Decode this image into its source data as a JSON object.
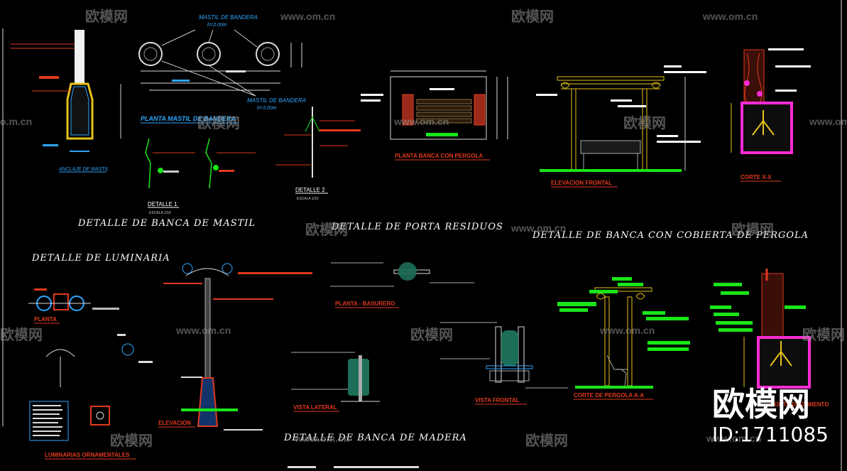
{
  "titles": {
    "mastil": "DETALLE  DE  BANCA  DE  MASTIL",
    "porta": "DETALLE  DE  PORTA  RESIDUOS",
    "pergola": "DETALLE  DE  BANCA  CON  COBIERTA  DE  PERGOLA",
    "luminaria": "DETALLE  DE  LUMINARIA",
    "madera": "DETALLE  DE  BANCA  DE  MADERA"
  },
  "labels": {
    "mastil_bandera_1": "MASTIL DE BANDERA",
    "mastil_bandera_h1": "h=3.00m",
    "mastil_bandera_2": "MASTIL DE BANDERA",
    "mastil_bandera_h2": "h=3.00m",
    "planta_mastil": "PLANTA MASTIL DE BANDERA",
    "anclaje": "ANCLAJE DE MASTIL",
    "detalle1": "DETALLE 1",
    "escala1": "ESCALA 1/10",
    "detalle2": "DETALLE 2",
    "escala2": "ESCALA 1/10",
    "planta_banca": "PLANTA BANCA CON PERGOLA",
    "elevacion_frontal": "ELEVACION FRONTAL",
    "corte_xx": "CORTE X-X",
    "planta_basurero": "PLANTA - BASURERO",
    "vista_lateral": "VISTA LATERAL",
    "vista_frontal": "VISTA FRONTAL",
    "planta_lum": "PLANTA",
    "elevacion_lum": "ELEVACION",
    "luminarias_orn": "LUMINARIAS ORNAMENTALES",
    "corte_pergola": "CORTE DE PERGOLA A-A",
    "corte_cimiento": "CORTE DE CIMIENTO"
  },
  "watermark": {
    "brand": "欧模网",
    "url": "www.om.cn",
    "url_cut": "o.m.cn",
    "id": "ID:1711085"
  },
  "colors": {
    "background": "#000000",
    "red": "#e03a1e",
    "green": "#19e619",
    "magenta": "#ff2bd6",
    "yellow": "#e8c21a",
    "cyan": "#2fa6ff",
    "white": "#ffffff"
  }
}
